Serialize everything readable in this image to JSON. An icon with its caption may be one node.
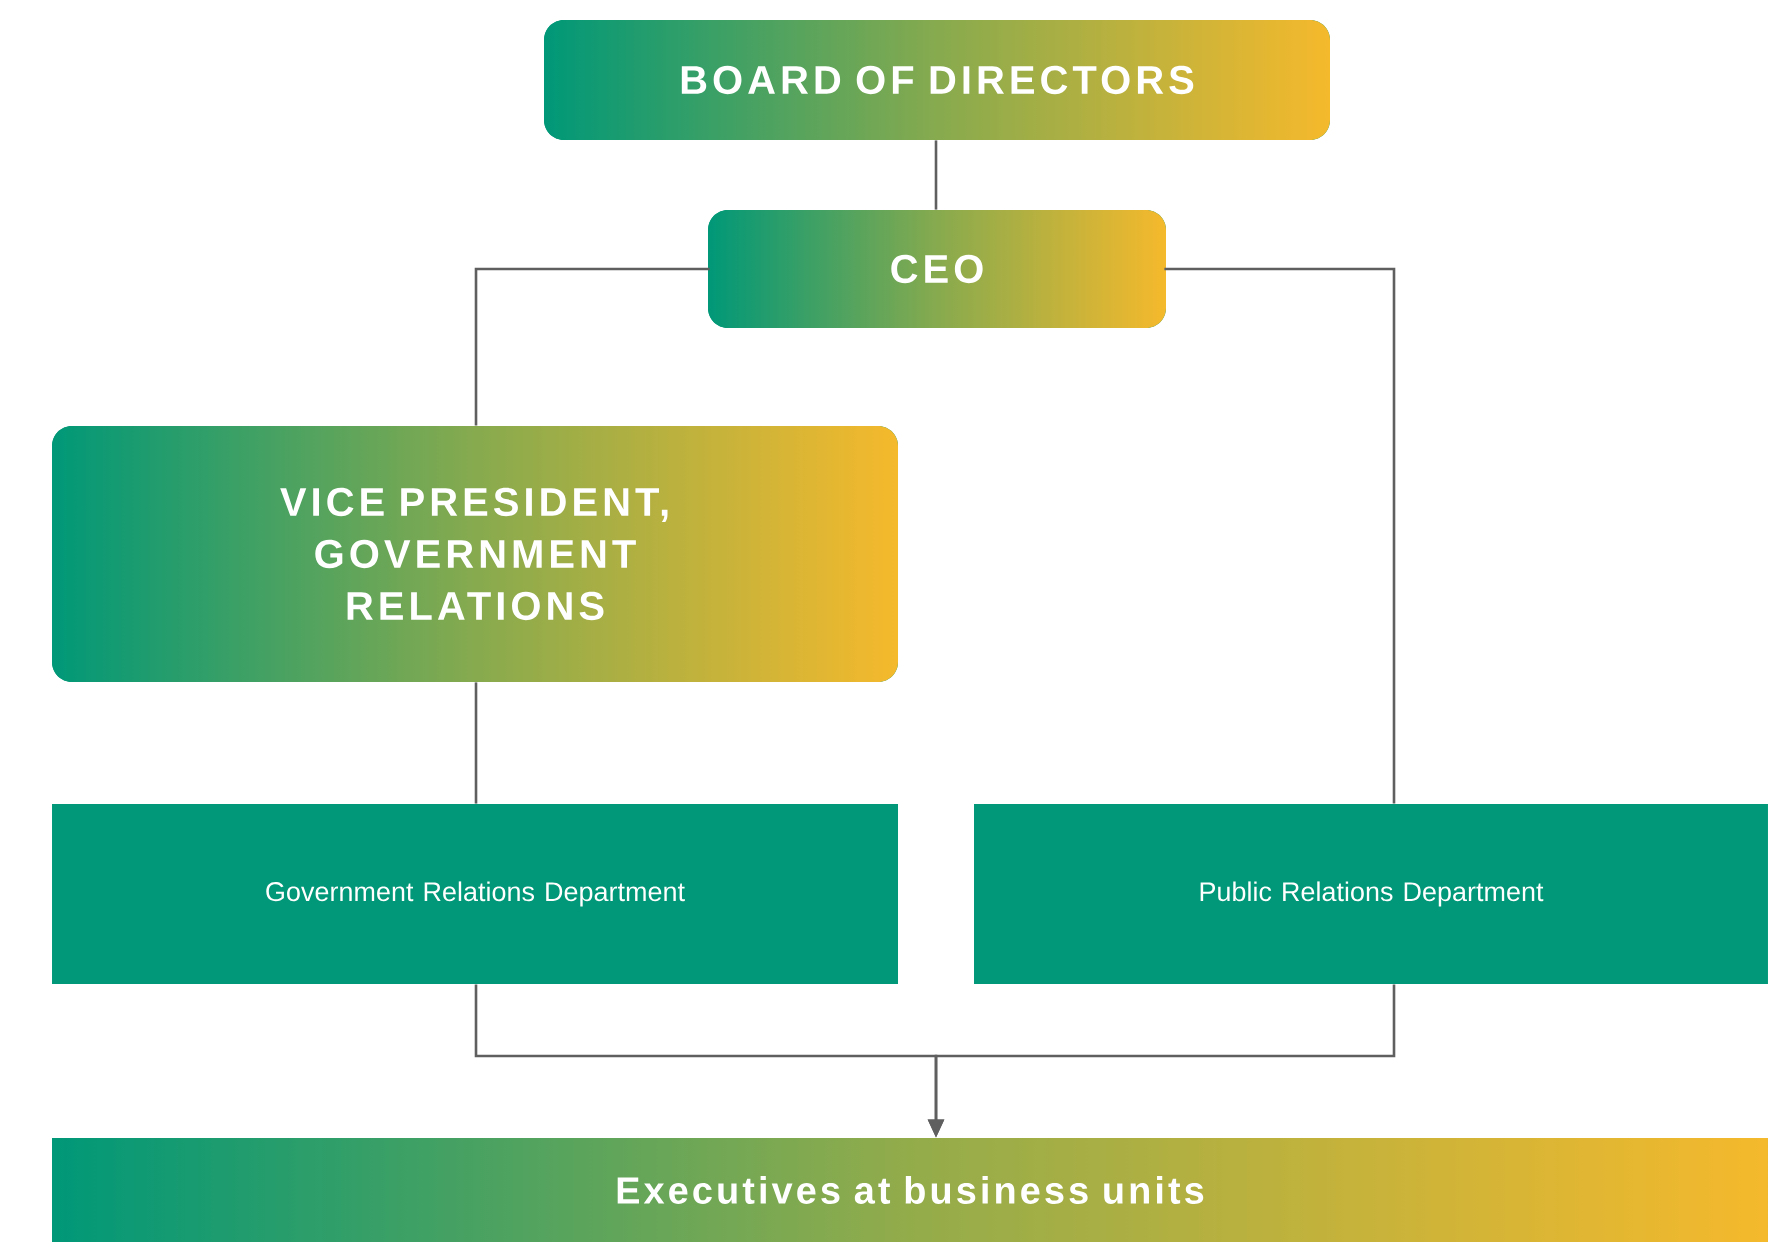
{
  "diagram": {
    "nodes": [
      {
        "text": [
          "BOARD OF DIRECTORS"
        ]
      },
      {
        "text": [
          "CEO"
        ]
      },
      {
        "text": [
          "VICE PRESIDENT, GOVERNMENT RELATIONS"
        ]
      },
      {
        "text": [
          "Government Relations Department"
        ]
      },
      {
        "text": [
          "Public Relations Department"
        ]
      },
      {
        "text": [
          "Executives at business units"
        ]
      }
    ],
    "edges": [
      {
        "from": 0,
        "to": 1,
        "arrow": "none"
      },
      {
        "from": 1,
        "to": 2,
        "arrow": "none"
      },
      {
        "from": 1,
        "to": 4,
        "arrow": "none"
      },
      {
        "from": 2,
        "to": 3,
        "arrow": "none"
      },
      {
        "from": 3,
        "to": 5,
        "arrow": "to"
      },
      {
        "from": 4,
        "to": 5,
        "arrow": "to"
      }
    ]
  }
}
